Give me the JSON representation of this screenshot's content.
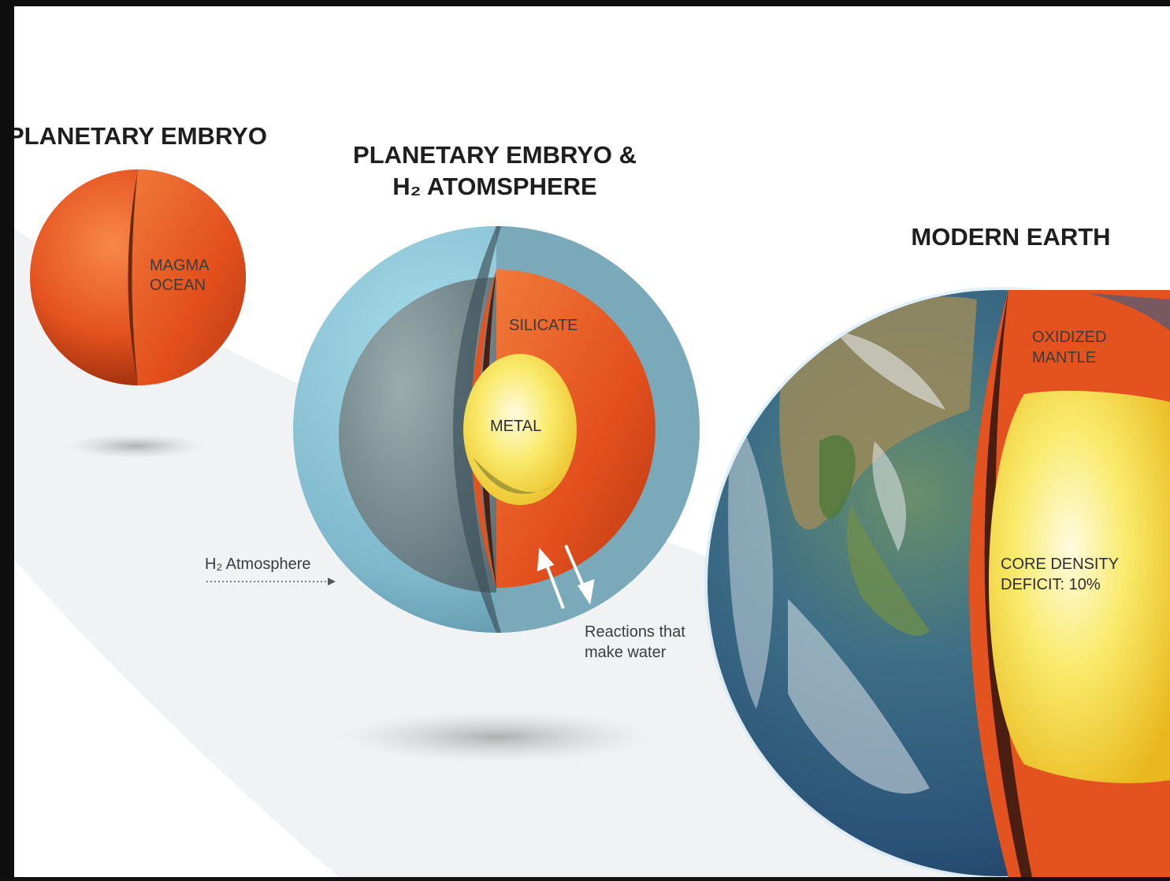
{
  "stage1": {
    "title": "PLANETARY EMBRYO",
    "label_line1": "MAGMA",
    "label_line2": "OCEAN"
  },
  "stage2": {
    "title_line1": "PLANETARY EMBRYO &",
    "title_line2": "H₂ ATOMSPHERE",
    "label_silicate": "SILICATE",
    "label_metal": "METAL",
    "atmosphere_label": "H₂ Atmosphere",
    "reactions_line1": "Reactions that",
    "reactions_line2": "make water"
  },
  "stage3": {
    "title": "MODERN EARTH",
    "mantle_line1": "OXIDIZED",
    "mantle_line2": "MANTLE",
    "core_line1": "CORE DENSITY",
    "core_line2": "DEFICIT: 10%"
  },
  "colors": {
    "magma": "#e8542a",
    "core_yellow": "#f6e35a",
    "atmosphere_blue": "#8fc3d3",
    "crust_brown": "#4a1f12",
    "ocean_blue": "#2f5f8a"
  }
}
